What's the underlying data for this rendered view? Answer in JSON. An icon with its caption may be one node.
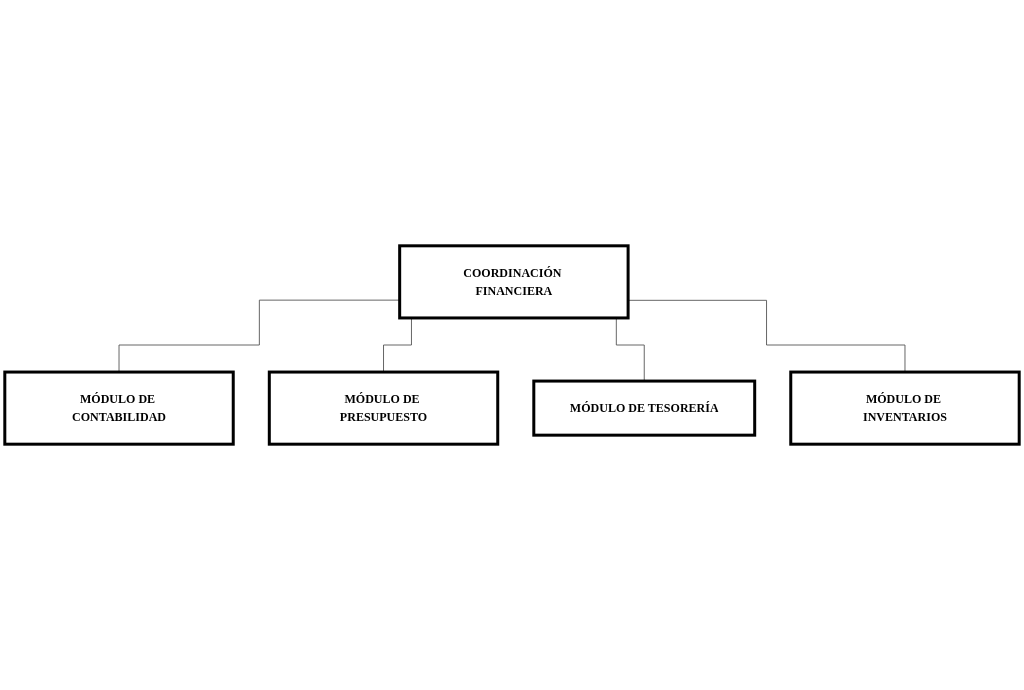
{
  "diagram": {
    "nodes": [
      {
        "text": [
          "COORDINACIÓN FINANCIERA"
        ]
      },
      {
        "text": [
          "MÓDULO DE CONTABILIDAD"
        ]
      },
      {
        "text": [
          "MÓDULO DE PRESUPUESTO"
        ]
      },
      {
        "text": [
          "MÓDULO DE TESORERÍA"
        ]
      },
      {
        "text": [
          "MÓDULO DE INVENTARIOS"
        ]
      }
    ],
    "edges": [
      {
        "from": 0,
        "to": 1,
        "arrow": "none"
      },
      {
        "from": 0,
        "to": 2,
        "arrow": "none"
      },
      {
        "from": 0,
        "to": 3,
        "arrow": "none"
      },
      {
        "from": 0,
        "to": 4,
        "arrow": "none"
      }
    ]
  }
}
